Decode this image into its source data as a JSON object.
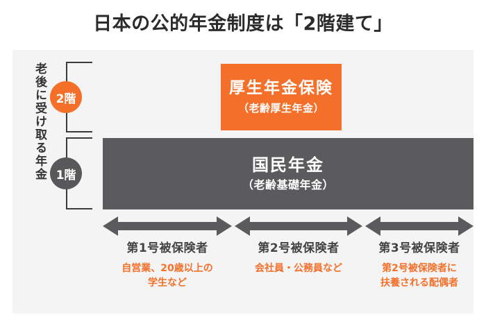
{
  "title": "日本の公的年金制度は「2階建て」",
  "side_label": "老後に受け取る年金",
  "floors": [
    {
      "badge": "2階"
    },
    {
      "badge": "1階"
    }
  ],
  "boxes": {
    "tier2": {
      "main": "厚生年金保険",
      "sub": "（老齢厚生年金）",
      "color": "#F4702A"
    },
    "tier1": {
      "main": "国民年金",
      "sub": "（老齢基礎年金）",
      "color": "#5B5B5D"
    }
  },
  "categories": [
    {
      "title": "第1号被保険者",
      "desc_line1": "自営業、20歳以上の",
      "desc_line2": "学生など"
    },
    {
      "title": "第2号被保険者",
      "desc_line1": "会社員・公務員など",
      "desc_line2": ""
    },
    {
      "title": "第3号被保険者",
      "desc_line1": "第2号被保険者に",
      "desc_line2": "扶養される配偶者"
    }
  ],
  "colors": {
    "accent_orange": "#F4702A",
    "dark_gray": "#5B5B5D",
    "panel_bg": "#F4F4F4",
    "arrow_gray": "#5B5B5D",
    "text_dark": "#2B2B2B"
  }
}
